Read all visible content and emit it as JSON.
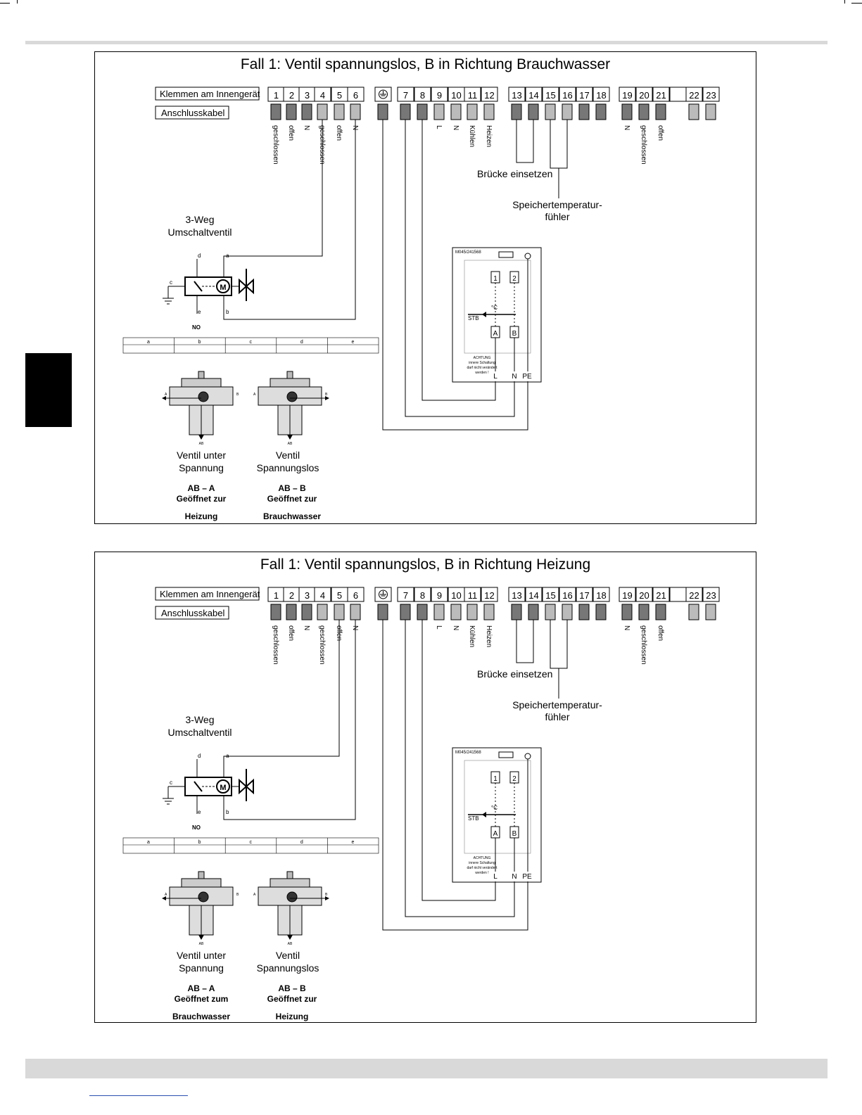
{
  "page": {
    "crop_marks": true
  },
  "panels": [
    {
      "title": "Fall 1: Ventil spannungslos, B in Richtung Brauchwasser",
      "klemmen_label": "Klemmen am Innengerät",
      "kabel_label": "Anschlusskabel",
      "terminals": [
        "1",
        "2",
        "3",
        "4",
        "5",
        "6",
        "7",
        "8",
        "9",
        "10",
        "11",
        "12",
        "13",
        "14",
        "15",
        "16",
        "17",
        "18",
        "19",
        "20",
        "21",
        "22",
        "23"
      ],
      "terminal_labels": [
        "geschlossen",
        "offen",
        "N",
        "geschlossen",
        "offen",
        "N",
        "L",
        "N",
        "Kühlen",
        "Heizen",
        "N",
        "geschlossen",
        "offen"
      ],
      "bruecke": "Brücke einsetzen",
      "sensor": [
        "Speichertemperatur-",
        "fühler"
      ],
      "valve_title": [
        "3-Weg",
        "Umschaltventil"
      ],
      "valve_letters": [
        "a",
        "b",
        "c",
        "d",
        "e",
        "NO",
        "M"
      ],
      "table_headers": [
        "a",
        "b",
        "c",
        "d",
        "e"
      ],
      "device_code": "M045/241568",
      "device_labels": [
        "1",
        "2",
        "A",
        "B",
        "STB",
        "°C",
        "L",
        "N",
        "PE"
      ],
      "device_note": [
        "ACHTUNG",
        "innere Schaltung",
        "darf nicht verändert",
        "werden !"
      ],
      "valve_left": [
        "Ventil unter",
        "Spannung"
      ],
      "valve_right": [
        "Ventil",
        "Spannungslos"
      ],
      "state_left": [
        "AB – A",
        "Geöffnet zur",
        "Heizung"
      ],
      "state_right": [
        "AB – B",
        "Geöffnet zur",
        "Brauchwasser"
      ],
      "valve_port_letters": [
        "A",
        "B",
        "AB"
      ]
    },
    {
      "title": "Fall 1: Ventil spannungslos, B in Richtung Heizung",
      "klemmen_label": "Klemmen am Innengerät",
      "kabel_label": "Anschlusskabel",
      "terminals": [
        "1",
        "2",
        "3",
        "4",
        "5",
        "6",
        "7",
        "8",
        "9",
        "10",
        "11",
        "12",
        "13",
        "14",
        "15",
        "16",
        "17",
        "18",
        "19",
        "20",
        "21",
        "22",
        "23"
      ],
      "terminal_labels": [
        "geschlossen",
        "offen",
        "N",
        "geschlossen",
        "offen",
        "N",
        "L",
        "N",
        "Kühlen",
        "Heizen",
        "N",
        "geschlossen",
        "offen"
      ],
      "bruecke": "Brücke einsetzen",
      "sensor": [
        "Speichertemperatur-",
        "fühler"
      ],
      "valve_title": [
        "3-Weg",
        "Umschaltventil"
      ],
      "valve_letters": [
        "a",
        "b",
        "c",
        "d",
        "e",
        "NO",
        "M"
      ],
      "table_headers": [
        "a",
        "b",
        "c",
        "d",
        "e"
      ],
      "device_code": "M045/241568",
      "device_labels": [
        "1",
        "2",
        "A",
        "B",
        "STB",
        "°C",
        "L",
        "N",
        "PE"
      ],
      "device_note": [
        "ACHTUNG",
        "innere Schaltung",
        "darf nicht verändert",
        "werden !"
      ],
      "valve_left": [
        "Ventil unter",
        "Spannung"
      ],
      "valve_right": [
        "Ventil",
        "Spannungslos"
      ],
      "state_left": [
        "AB – A",
        "Geöffnet zum",
        "Brauchwasser"
      ],
      "state_right": [
        "AB – B",
        "Geöffnet zur",
        "Heizung"
      ],
      "valve_port_letters": [
        "A",
        "B",
        "AB"
      ]
    }
  ]
}
